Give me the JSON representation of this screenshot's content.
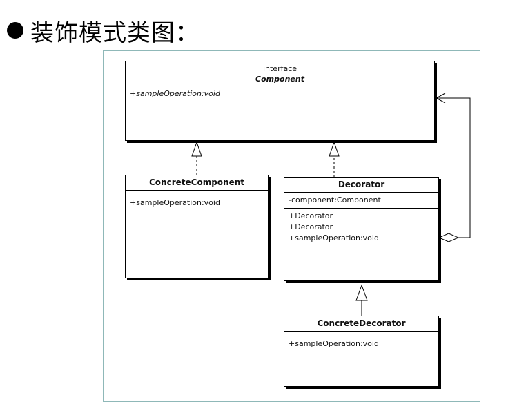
{
  "heading": {
    "text": "装饰模式类图："
  },
  "diagram": {
    "component": {
      "stereotype": "interface",
      "name": "Component",
      "operations": [
        "+sampleOperation:void"
      ]
    },
    "concrete_component": {
      "name": "ConcreteComponent",
      "operations": [
        "+sampleOperation:void"
      ]
    },
    "decorator": {
      "name": "Decorator",
      "attributes": [
        "-component:Component"
      ],
      "operations": [
        "+Decorator",
        "+Decorator",
        "+sampleOperation:void"
      ]
    },
    "concrete_decorator": {
      "name": "ConcreteDecorator",
      "operations": [
        "+sampleOperation:void"
      ]
    }
  }
}
